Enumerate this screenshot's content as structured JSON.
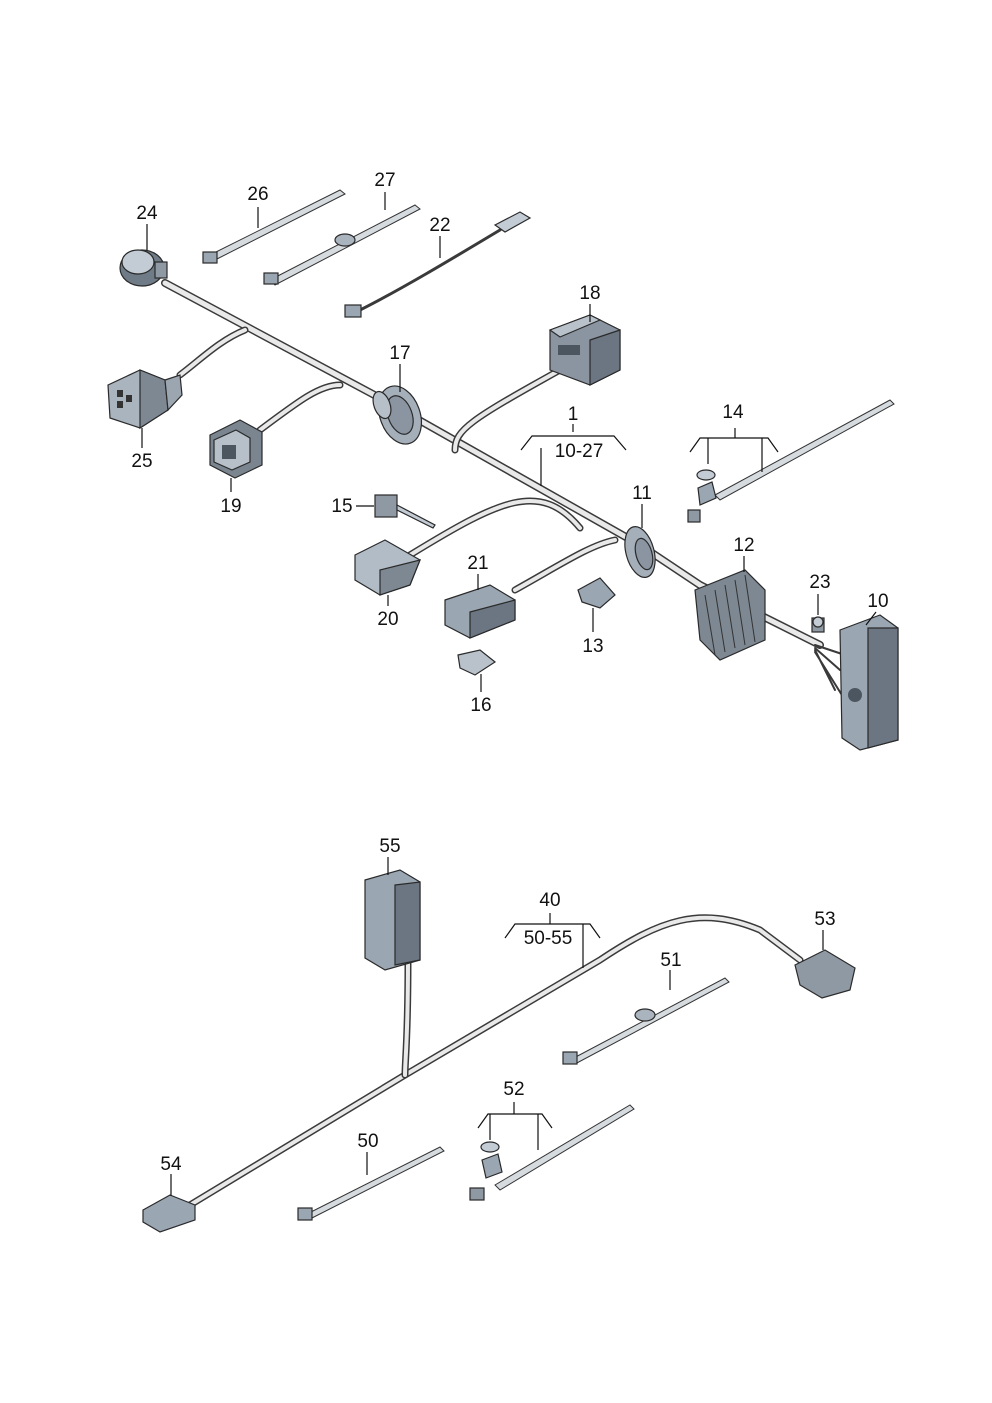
{
  "callouts": {
    "c1": "1",
    "c1_range": "10-27",
    "c10": "10",
    "c11": "11",
    "c12": "12",
    "c13": "13",
    "c14": "14",
    "c15": "15",
    "c16": "16",
    "c17": "17",
    "c18": "18",
    "c19": "19",
    "c20": "20",
    "c21": "21",
    "c22": "22",
    "c23": "23",
    "c24": "24",
    "c25": "25",
    "c26": "26",
    "c27": "27",
    "c40": "40",
    "c40_range": "50-55",
    "c50": "50",
    "c51": "51",
    "c52": "52",
    "c53": "53",
    "c54": "54",
    "c55": "55"
  },
  "colors": {
    "line": "#2a2a2a",
    "connector_dark": "#6b7682",
    "connector_light": "#b9c2cb",
    "grommet": "#9aa6b2"
  }
}
